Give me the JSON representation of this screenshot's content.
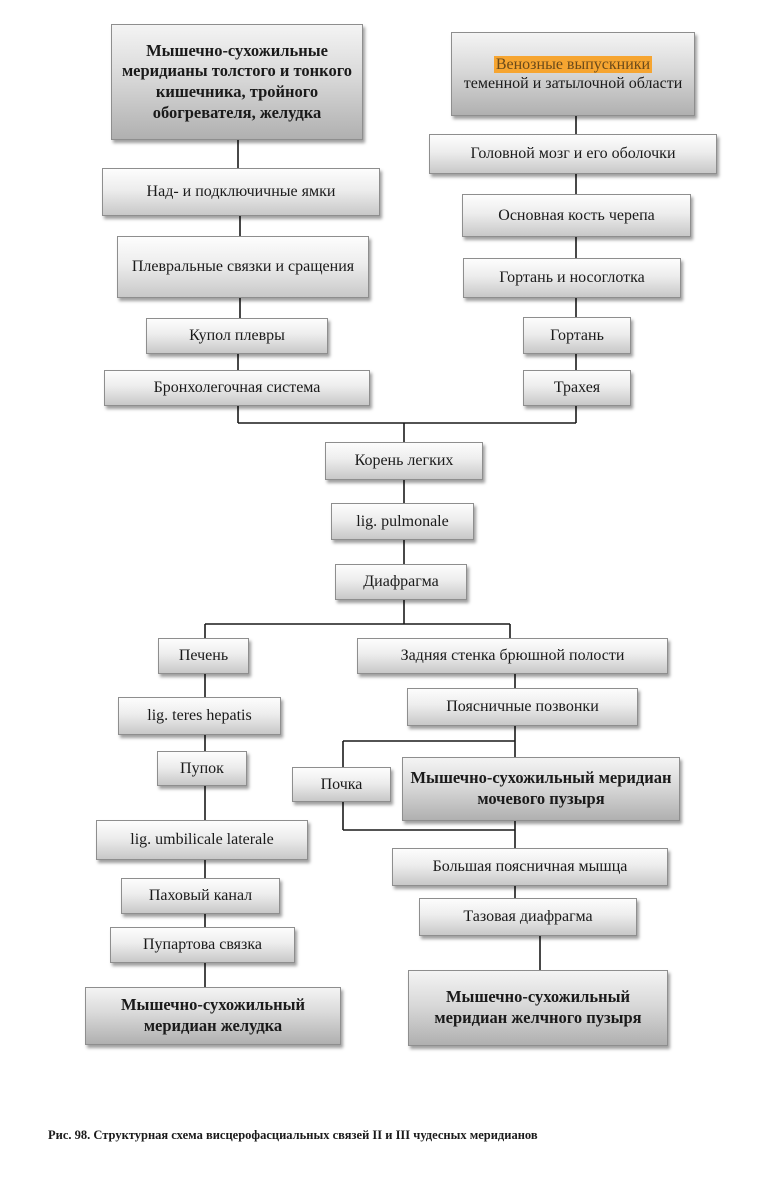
{
  "nodes": {
    "top_left": "Мышечно-сухожильные меридианы толстого и тонкого кишечника, тройного обогревателя, желудка",
    "subclavian": "Над-  и подключичные ямки",
    "pleural_ligaments": "Плевральные связки и сращения",
    "pleura_dome": "Купол плевры",
    "bronchopulmonary": "Бронхолегочная система",
    "top_right_highlight": "Венозные выпускники",
    "top_right_rest": "теменной и затылочной области",
    "brain": "Головной мозг и его оболочки",
    "sphenoid": "Основная кость черепа",
    "larynx_nasopharynx": "Гортань и носоглотка",
    "larynx": "Гортань",
    "trachea": "Трахея",
    "lung_root": "Корень легких",
    "lig_pulmonale": "lig. pulmonale",
    "diaphragm": "Диафрагма",
    "liver": "Печень",
    "lig_teres": "lig. teres hepatis",
    "navel": "Пупок",
    "lig_umbilicale": "lig. umbilicale laterale",
    "inguinal_canal": "Паховый канал",
    "poupart": "Пупартова связка",
    "stomach_meridian": "Мышечно-сухожильный меридиан желудка",
    "posterior_wall": "Задняя стенка брюшной полости",
    "lumbar_vertebrae": "Поясничные позвонки",
    "kidney": "Почка",
    "bladder_meridian": "Мышечно-сухожильный меридиан мочевого пузыря",
    "psoas": "Большая поясничная мышца",
    "pelvic_diaphragm": "Тазовая диафрагма",
    "gallbladder_meridian": "Мышечно-сухожильный меридиан желчного пузыря"
  },
  "caption": "Рис. 98.  Структурная схема висцерофасциальных связей II и III чудесных меридианов",
  "colors": {
    "highlight": "#f6a531",
    "line": "#1a1a1a",
    "box_border": "#8e8e8e"
  }
}
